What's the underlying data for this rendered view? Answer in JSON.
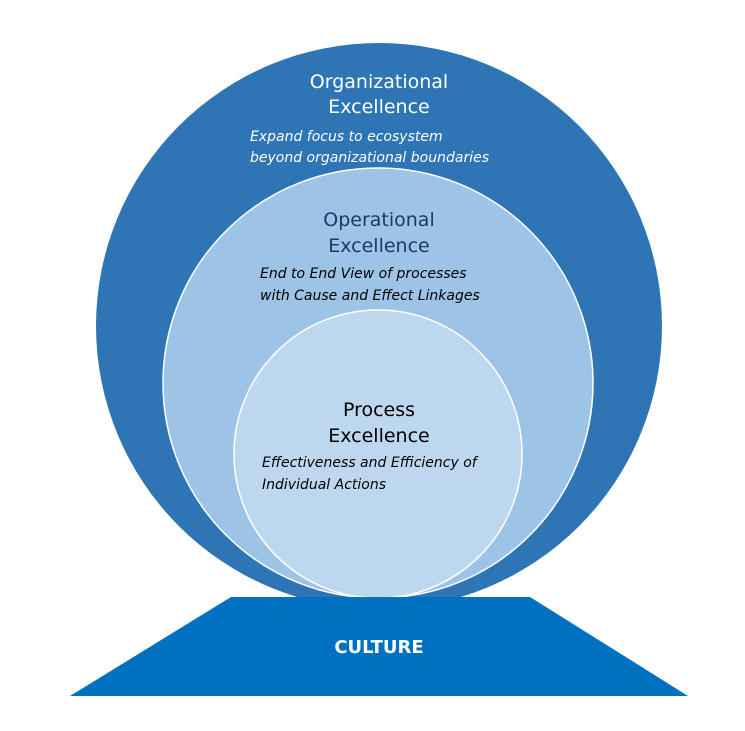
{
  "colors": {
    "outer_circle": "#2E75B6",
    "middle_circle": "#9DC3E6",
    "inner_circle": "#BDD7EE",
    "base": "#0070C0",
    "ring_stroke": "#FFFFFF",
    "title_outer": "#FFFFFF",
    "title_middle": "#1F3864",
    "title_inner": "#000000",
    "base_text": "#FFFFFF"
  },
  "organizational": {
    "title_line1": "Organizational",
    "title_line2": "Excellence",
    "desc_line1": "Expand focus to ecosystem",
    "desc_line2": "beyond organizational boundaries"
  },
  "operational": {
    "title_line1": "Operational",
    "title_line2": "Excellence",
    "desc_line1": "End to End View of processes",
    "desc_line2": "with Cause and Effect Linkages"
  },
  "process": {
    "title_line1": "Process",
    "title_line2": "Excellence",
    "desc_line1": "Effectiveness and Efficiency of",
    "desc_line2": "Individual Actions"
  },
  "base": {
    "label": "CULTURE"
  }
}
